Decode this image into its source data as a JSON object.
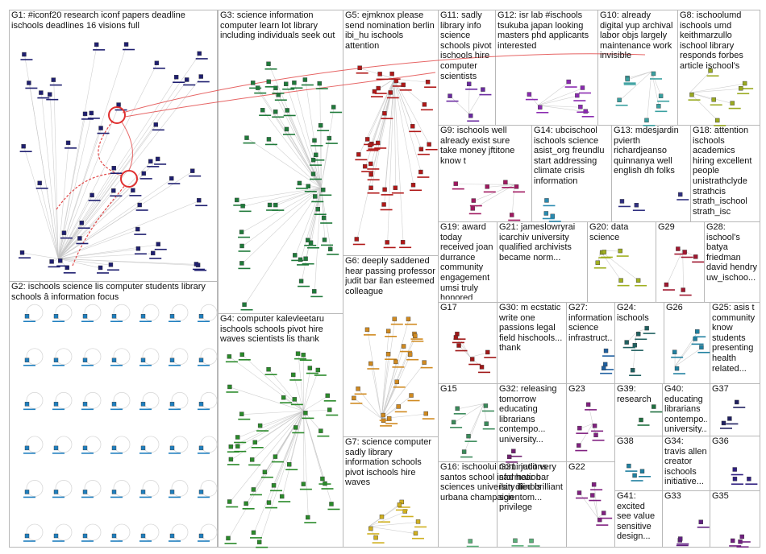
{
  "groups": [
    {
      "id": "G1",
      "label": "G1: #iconf20 research iconf papers deadline ischools deadlines 16 visions full",
      "color": "#1f1f70"
    },
    {
      "id": "G2",
      "label": "G2: ischools science lis computer students library schools â information focus",
      "color": "#1f7fbf"
    },
    {
      "id": "G3",
      "label": "G3: science information computer learn lot library including individuals seek out",
      "color": "#1f7a3a"
    },
    {
      "id": "G4",
      "label": "G4: computer kalevleetaru ischools schools pivot hire waves scientists lis thank",
      "color": "#2a8a2a"
    },
    {
      "id": "G5",
      "label": "G5: ejmknox please send nomination berlin ibi_hu ischools attention",
      "color": "#b01818"
    },
    {
      "id": "G6",
      "label": "G6: deeply saddened hear passing professor judit bar ilan esteemed colleague",
      "color": "#d08a20"
    },
    {
      "id": "G7",
      "label": "G7: science computer sadly library information schools pivot ischools hire waves",
      "color": "#d0b020"
    },
    {
      "id": "G8",
      "label": "G8: ischoolumd ischools umd keithmarzullo ischool library responds forbes article ischool's",
      "color": "#9aaa20"
    },
    {
      "id": "G9",
      "label": "G9: ischools well already exist sure take money jftitone know t",
      "color": "#a01860"
    },
    {
      "id": "G10",
      "label": "G10: already digital yup archival labor objs largely maintenance work invisible",
      "color": "#3aa0a0"
    },
    {
      "id": "G11",
      "label": "G11: sadly library info science schools pivot ischools hire computer scientists",
      "color": "#6a2aa0"
    },
    {
      "id": "G12",
      "label": "G12: isr lab #ischools tsukuba japan looking masters phd applicants interested",
      "color": "#8a2ab0"
    },
    {
      "id": "G13",
      "label": "G13: mdesjardin pvierth richardjeanso quinnanya well english dh folks",
      "color": "#303080"
    },
    {
      "id": "G14",
      "label": "G14: ubcischool ischools science asist_org freundlu start addressing climate crisis information",
      "color": "#2a8ab0"
    },
    {
      "id": "G15",
      "label": "G15",
      "color": "#3a8a5a"
    },
    {
      "id": "G16",
      "label": "G16: ischoolui nominations santos school information sciences university illinois urbana champaign",
      "color": "#5ab07a"
    },
    {
      "id": "G17",
      "label": "G17",
      "color": "#a01818"
    },
    {
      "id": "G18",
      "label": "G18: attention ischools academics hiring excellent people unistrathclyde strathcis strath_ischool strath_isc",
      "color": "#5050a0"
    },
    {
      "id": "G19",
      "label": "G19: award today received joan durrance community engagement umsi truly honored",
      "color": "#c09a30"
    },
    {
      "id": "G20",
      "label": "G20: data science",
      "color": "#a0b020"
    },
    {
      "id": "G21",
      "label": "G21: jameslowryrai icarchiv university qualified archivists became norm...",
      "color": "#c060c0"
    },
    {
      "id": "G22",
      "label": "G22",
      "color": "#802080"
    },
    {
      "id": "G23",
      "label": "G23",
      "color": "#802080"
    },
    {
      "id": "G24",
      "label": "G24: ischools",
      "color": "#206060"
    },
    {
      "id": "G25",
      "label": "G25: asis t community know students presenting health related...",
      "color": "#3060a0"
    },
    {
      "id": "G26",
      "label": "G26",
      "color": "#2080a0"
    },
    {
      "id": "G27",
      "label": "G27: information science infrastruct...",
      "color": "#2060a0"
    },
    {
      "id": "G28",
      "label": "G28: ischool's batya friedman david hendry uw_ischoo...",
      "color": "#901818"
    },
    {
      "id": "G29",
      "label": "G29",
      "color": "#a01830"
    },
    {
      "id": "G30",
      "label": "G30: m ecstatic write one passions legal field hischools... thank",
      "color": "#502060"
    },
    {
      "id": "G31",
      "label": "G31: judit very sad hear bar ilan died brilliant scientom... privilege",
      "color": "#806020"
    },
    {
      "id": "G32",
      "label": "G32: releasing tomorrow educating librarians contempo... university...",
      "color": "#702070"
    },
    {
      "id": "G33",
      "label": "G33",
      "color": "#602080"
    },
    {
      "id": "G34",
      "label": "G34: travis allen creator ischools initiative...",
      "color": "#207050"
    },
    {
      "id": "G35",
      "label": "G35",
      "color": "#702080"
    },
    {
      "id": "G36",
      "label": "G36",
      "color": "#302080"
    },
    {
      "id": "G37",
      "label": "G37",
      "color": "#202060"
    },
    {
      "id": "G38",
      "label": "G38",
      "color": "#2080a0"
    },
    {
      "id": "G39",
      "label": "G39: research",
      "color": "#207040"
    },
    {
      "id": "G40",
      "label": "G40: educating librarians contempo... university...",
      "color": "#808020"
    },
    {
      "id": "G41",
      "label": "G41: excited see value sensitive design...",
      "color": "#602080"
    }
  ]
}
